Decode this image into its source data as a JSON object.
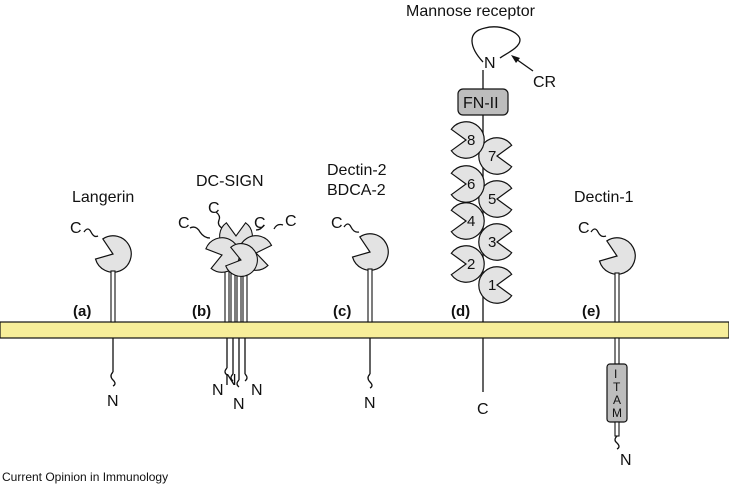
{
  "receptors": {
    "langerin": {
      "name": "Langerin",
      "panel": "(a)",
      "c_term": "C",
      "n_term": "N"
    },
    "dcsign": {
      "name": "DC-SIGN",
      "panel": "(b)",
      "c_terms": [
        "C",
        "C",
        "C",
        "C"
      ],
      "n_terms": [
        "N",
        "N",
        "N",
        "N"
      ]
    },
    "dectin2": {
      "name_line1": "Dectin-2",
      "name_line2": "BDCA-2",
      "panel": "(c)",
      "c_term": "C",
      "n_term": "N"
    },
    "mannose": {
      "name": "Mannose receptor",
      "panel": "(d)",
      "n_term": "N",
      "cr_label": "CR",
      "fn_label": "FN-II",
      "ctld_numbers": [
        "1",
        "2",
        "3",
        "4",
        "5",
        "6",
        "7",
        "8"
      ],
      "c_term": "C"
    },
    "dectin1": {
      "name": "Dectin-1",
      "panel": "(e)",
      "c_term": "C",
      "n_term": "N",
      "itam_letters": [
        "I",
        "T",
        "A",
        "M"
      ]
    }
  },
  "footer": {
    "credit": "Current Opinion in Immunology"
  },
  "colors": {
    "membrane": "#f7ee9a",
    "domain": "#e3e3e3",
    "fn_box": "#bdbdbd",
    "itam_box": "#bdbdbd",
    "ink": "#111111"
  }
}
